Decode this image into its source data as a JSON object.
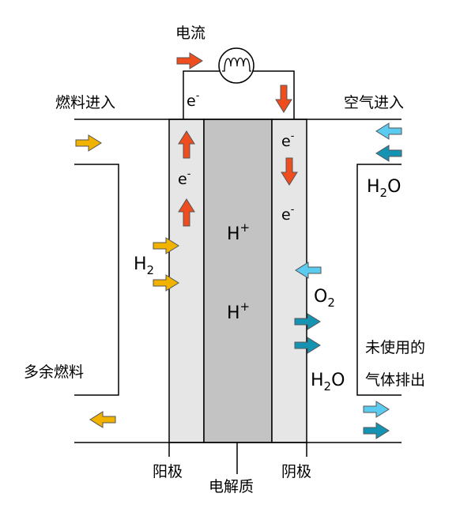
{
  "title": "电流",
  "labels": {
    "fuel_in": "燃料进入",
    "air_in": "空气进入",
    "excess_fuel": "多余燃料",
    "unused_gas_line1": "未使用的",
    "unused_gas_line2": "气体排出",
    "anode": "阳极",
    "electrolyte": "电解质",
    "cathode": "阴极"
  },
  "species": {
    "electron_base": "e",
    "electron_sup": "-",
    "proton_base": "H",
    "proton_sup": "+",
    "hydrogen_base": "H",
    "hydrogen_sub": "2",
    "oxygen_base": "O",
    "oxygen_sub": "2",
    "water_h": "H",
    "water_sub": "2",
    "water_o": "O"
  },
  "colors": {
    "electron_arrow": "#f04d1e",
    "fuel_arrow": "#f2b300",
    "air_arrow": "#5ccbf0",
    "water_arrow": "#1593b3",
    "electrode_fill": "#e6e6e6",
    "electrolyte_fill": "#c3c3c3"
  }
}
